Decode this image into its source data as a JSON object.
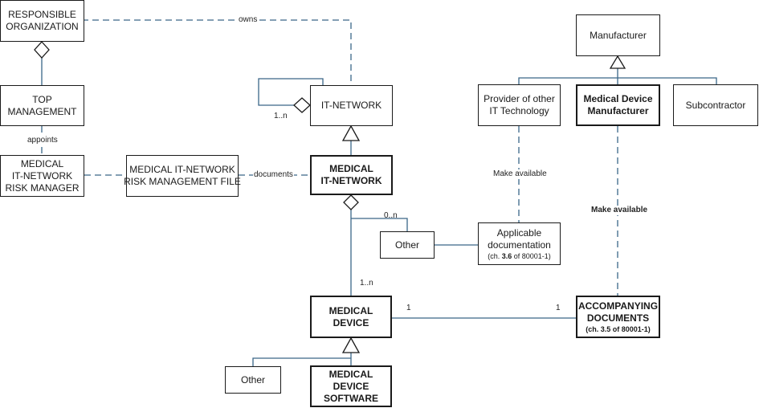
{
  "nodes": {
    "responsible_org": [
      "RESPONSIBLE",
      "ORGANIZATION"
    ],
    "top_management": [
      "TOP",
      "MANAGEMENT"
    ],
    "risk_manager": [
      "MEDICAL",
      "IT-NETWORK",
      "RISK MANAGER"
    ],
    "risk_file": [
      "MEDICAL IT-NETWORK",
      "RISK MANAGEMENT FILE"
    ],
    "it_network": [
      "IT-NETWORK"
    ],
    "medical_it_network": [
      "MEDICAL",
      "IT-NETWORK"
    ],
    "other_mid": [
      "Other"
    ],
    "applicable_doc": [
      "Applicable",
      "documentation"
    ],
    "applicable_doc_ref": [
      "(ch. ",
      "3.6",
      " of 80001-1)"
    ],
    "medical_device": [
      "MEDICAL",
      "DEVICE"
    ],
    "other_bottom": [
      "Other"
    ],
    "device_software": [
      "MEDICAL",
      "DEVICE",
      "SOFTWARE"
    ],
    "manufacturer": [
      "Manufacturer"
    ],
    "provider": [
      "Provider of other",
      "IT Technology"
    ],
    "md_manufacturer": [
      "Medical Device",
      "Manufacturer"
    ],
    "subcontractor": [
      "Subcontractor"
    ],
    "accompanying_docs": [
      "ACCOMPANYING",
      "DOCUMENTS"
    ],
    "accompanying_docs_ref": [
      "(ch. 3.5 of 80001-1)"
    ]
  },
  "labels": {
    "owns": "owns",
    "appoints": "appoints",
    "documents": "documents",
    "self_mult": "1..n",
    "other_mult": "0..n",
    "device_mult": "1..n",
    "assoc_left": "1",
    "assoc_right": "1",
    "make_available_1": "Make available",
    "make_available_2": "Make available"
  }
}
